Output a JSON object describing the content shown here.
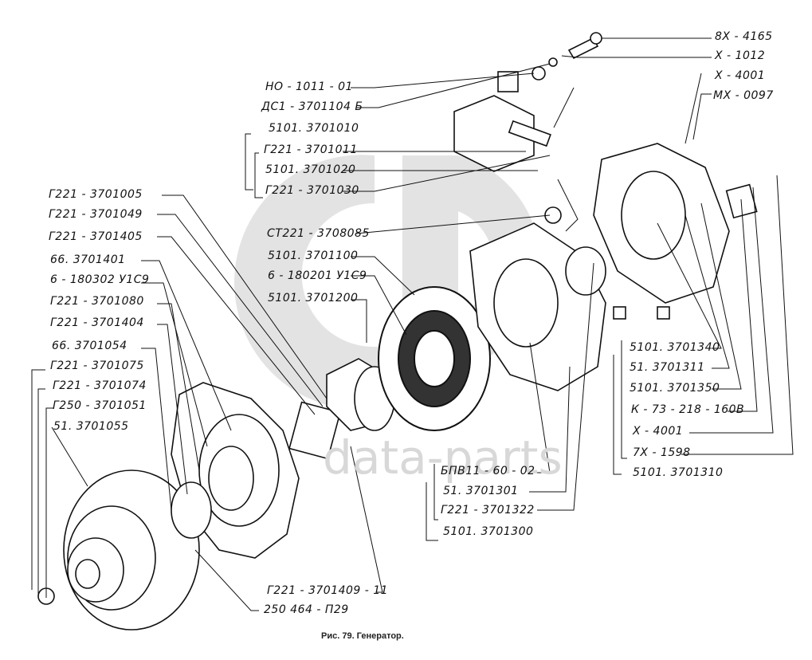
{
  "figure": {
    "caption": "Рис. 79. Генератор.",
    "watermark_text": "data-parts"
  },
  "labels": {
    "top_right": [
      "8X - 4165",
      "X - 1012",
      "X - 4001",
      "MX - 0097"
    ],
    "brush_holder": [
      "HO - 1011 - 01",
      "ДС1 - 3701104 Б",
      "5101. 3701010",
      "Г221 - 3701011",
      "5101. 3701020",
      "Г221 - 3701030"
    ],
    "left_column": [
      "Г221 - 3701005",
      "Г221 - 3701049",
      "Г221 - 3701405",
      "66. 3701401",
      "6 - 180302 У1С9",
      "Г221 - 3701080",
      "Г221 - 3701404",
      "66. 3701054",
      "Г221 - 3701075",
      "Г221 - 3701074",
      "Г250 - 3701051",
      "51. 3701055"
    ],
    "center": [
      "СТ221 - 3708085",
      "5101. 3701100",
      "6 - 180201 У1С9",
      "5101. 3701200"
    ],
    "right_column": [
      "5101. 3701340",
      "51. 3701311",
      "5101. 3701350",
      "К - 73 - 218 - 160В",
      "X - 4001",
      "7X - 1598",
      "5101. 3701310"
    ],
    "bottom_center": [
      "БПВ11 - 60 - 02",
      "51. 3701301",
      "Г221 - 3701322",
      "5101. 3701300"
    ],
    "bottom_left": [
      "Г221 - 3701409 - 11",
      "250 464 - П29"
    ]
  }
}
